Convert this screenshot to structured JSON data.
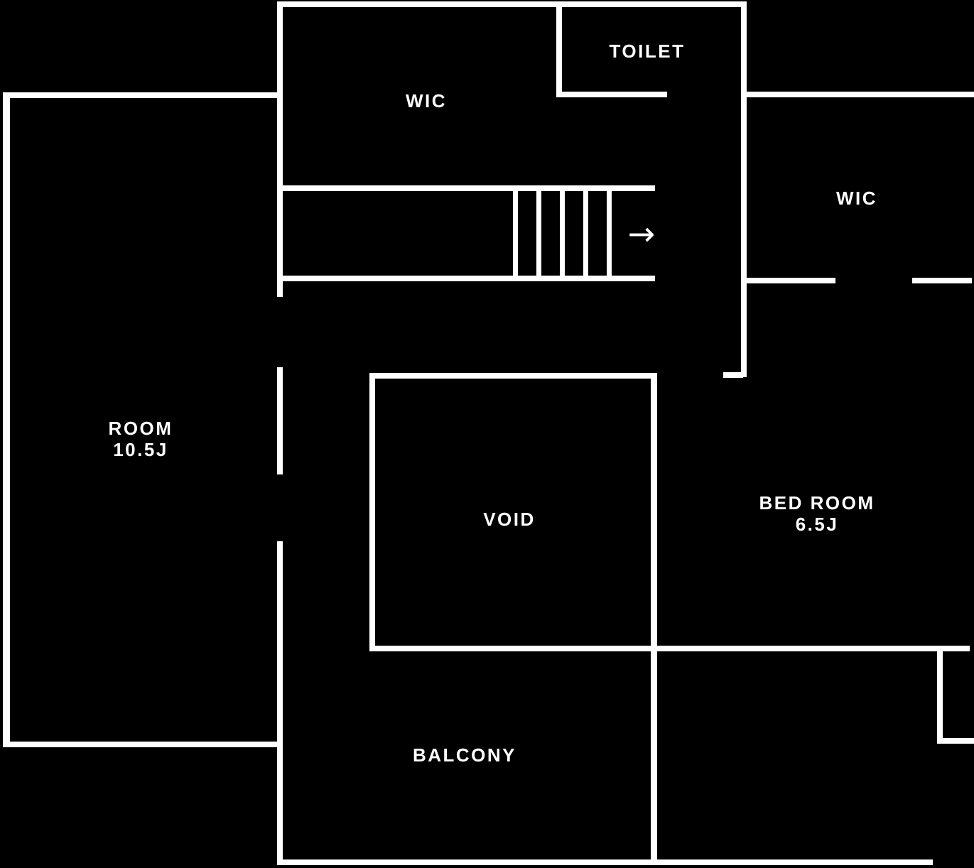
{
  "plan": {
    "title": "second-floor-plan",
    "background_color": "#000000",
    "wall_color": "#ffffff",
    "rooms": [
      {
        "id": "wic-top",
        "label": "WIC"
      },
      {
        "id": "toilet",
        "label": "TOILET"
      },
      {
        "id": "wic-right",
        "label": "WIC"
      },
      {
        "id": "room",
        "label": "ROOM",
        "size": "10.5J"
      },
      {
        "id": "void",
        "label": "VOID"
      },
      {
        "id": "bedroom",
        "label": "BED ROOM",
        "size": "6.5J"
      },
      {
        "id": "balcony",
        "label": "BALCONY"
      }
    ],
    "stairs": {
      "direction_arrow": "→",
      "tread_count": 5
    }
  }
}
